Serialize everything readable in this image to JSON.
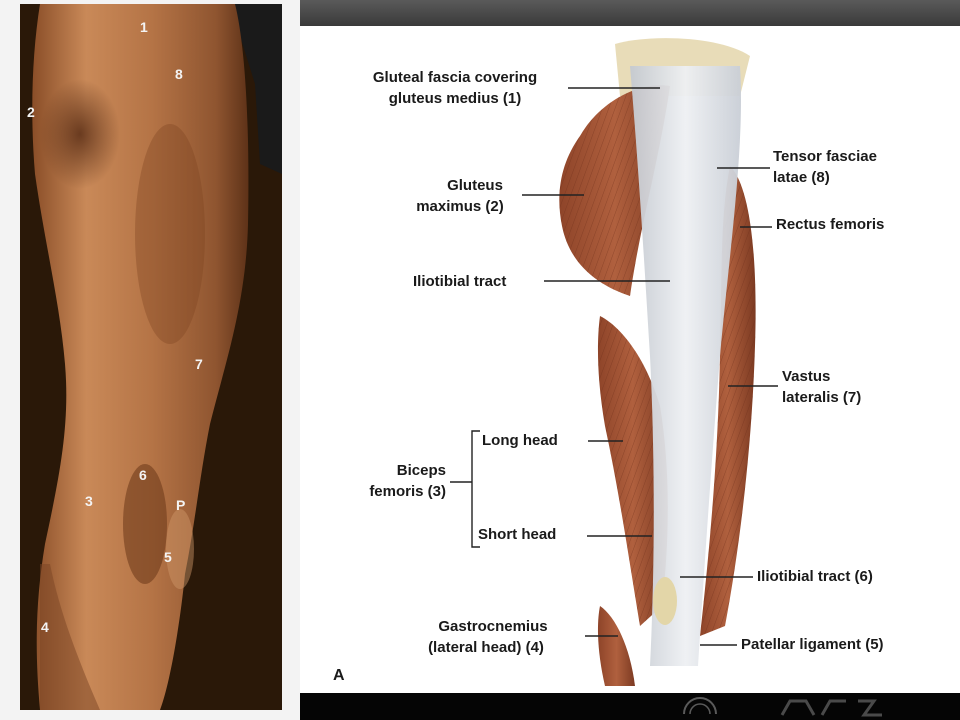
{
  "photo_markers": {
    "m1": "1",
    "m8": "8",
    "m2": "2",
    "m7": "7",
    "m6": "6",
    "m3": "3",
    "mp": "P",
    "m5": "5",
    "m4": "4"
  },
  "diagram_labels": {
    "gluteal_fascia_line1": "Gluteal fascia covering",
    "gluteal_fascia_line2": "gluteus medius (1)",
    "gluteus_max_line1": "Gluteus",
    "gluteus_max_line2": "maximus (2)",
    "iliotibial_tract": "Iliotibial tract",
    "tensor_line1": "Tensor fasciae",
    "tensor_line2": "latae (8)",
    "rectus_femoris": "Rectus femoris",
    "vastus_line1": "Vastus",
    "vastus_line2": "lateralis (7)",
    "long_head": "Long head",
    "biceps_line1": "Biceps",
    "biceps_line2": "femoris (3)",
    "short_head": "Short head",
    "iliotibial_tract_6": "Iliotibial tract (6)",
    "gastroc_line1": "Gastrocnemius",
    "gastroc_line2": "(lateral head) (4)",
    "patellar_ligament": "Patellar ligament (5)",
    "figure_letter": "A"
  },
  "colors": {
    "skin": "#c98958",
    "muscle": "#a8583c",
    "fascia": "#d9dde2",
    "background_dark": "#0d0d0d"
  }
}
